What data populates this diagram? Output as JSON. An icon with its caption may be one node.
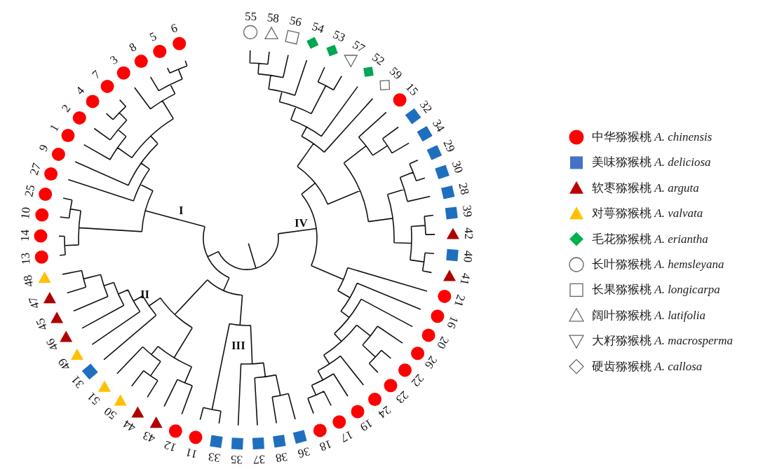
{
  "diagram": {
    "labels": [
      "55",
      "58",
      "56",
      "54",
      "53",
      "57",
      "52",
      "59",
      "15",
      "32",
      "34",
      "29",
      "30",
      "28",
      "39",
      "42",
      "40",
      "41",
      "21",
      "16",
      "20",
      "26",
      "22",
      "23",
      "24",
      "19",
      "17",
      "18",
      "36",
      "38",
      "37",
      "35",
      "33",
      "11",
      "12",
      "43",
      "44",
      "50",
      "51",
      "31",
      "49",
      "46",
      "45",
      "47",
      "48",
      "13",
      "14",
      "10",
      "25",
      "27",
      "9",
      "1",
      "2",
      "4",
      "7",
      "3",
      "8",
      "5",
      "6",
      "I",
      "II",
      "III",
      "IV"
    ],
    "legend": [
      {
        "text": "中华猕猴桃 *A. chinensis*",
        "color": "#ff0000"
      },
      {
        "text": "美味猕猴桃 *A. deliciosa*",
        "color": "#4472c4"
      },
      {
        "text": "软枣猕猴桃 *A. arguta*",
        "color": "#c00000"
      },
      {
        "text": "对萼猕猴桃 *A. valvata*",
        "color": "#ffc000"
      },
      {
        "text": "毛花猕猴桃 *A. eriantha*",
        "color": "#00b050"
      },
      {
        "text": "长叶猕猴桃 *A. hemsleyana*"
      },
      {
        "text": "长果猕猴桃 *A. longicarpa*"
      },
      {
        "text": "阔叶猕猴桃 *A. latifolia*"
      },
      {
        "text": "大籽猕猴桃 *A. macrosperma*"
      },
      {
        "text": "硬齿猕猴桃 *A. callosa*"
      }
    ]
  }
}
